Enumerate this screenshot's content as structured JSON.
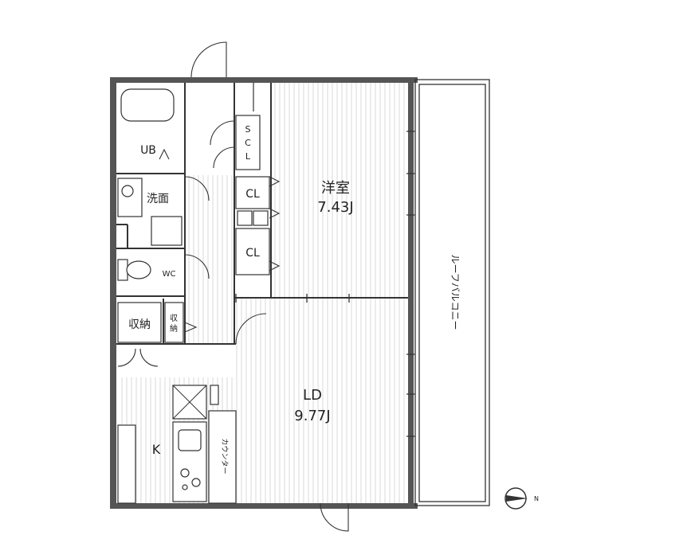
{
  "rooms": {
    "western_room_name": "洋室",
    "western_room_size": "7.43J",
    "ld_name": "LD",
    "ld_size": "9.77J",
    "kitchen": "K",
    "unit_bath": "UB",
    "washroom": "洗面",
    "toilet": "WC",
    "storage_large": "収納",
    "storage_small_top": "収",
    "storage_small_bottom": "納",
    "closet_upper": "CL",
    "closet_lower": "CL",
    "scl_s": "S",
    "scl_c": "C",
    "scl_l": "L",
    "counter": "カウンター",
    "roof_balcony": "ルーフバルコニー"
  },
  "compass": {
    "north": "N"
  }
}
